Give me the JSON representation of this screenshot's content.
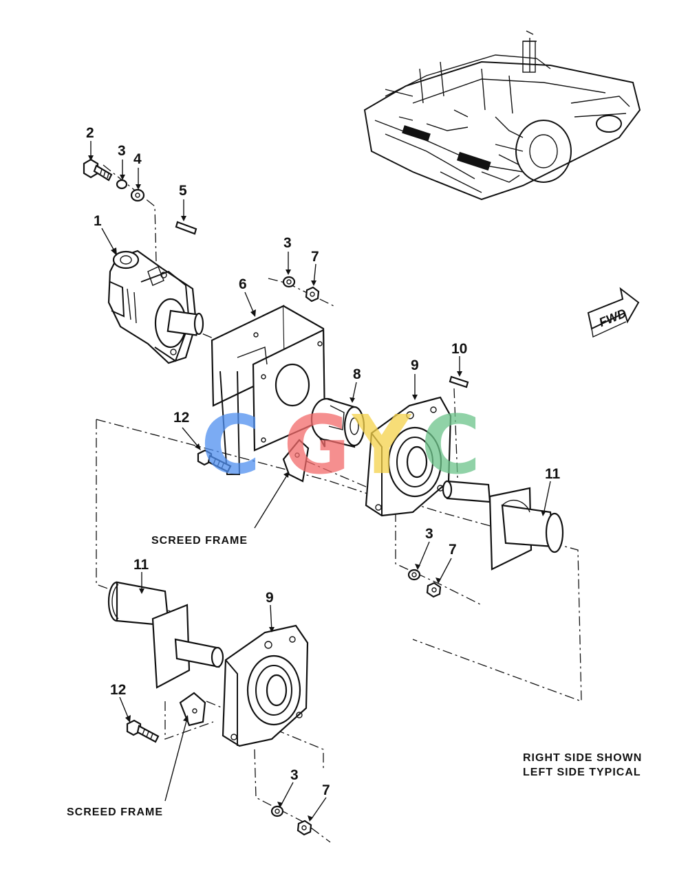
{
  "callouts": {
    "c1": "1",
    "c2": "2",
    "c3a": "3",
    "c4": "4",
    "c5": "5",
    "c3b": "3",
    "c7a": "7",
    "c6": "6",
    "c8": "8",
    "c9a": "9",
    "c10": "10",
    "c12a": "12",
    "c11a": "11",
    "c3c": "3",
    "c7b": "7",
    "c11b": "11",
    "c9b": "9",
    "c12b": "12",
    "c3d": "3",
    "c7c": "7"
  },
  "labels": {
    "screed_frame_upper": "SCREED FRAME",
    "screed_frame_lower": "SCREED FRAME",
    "side_note_line1": "RIGHT SIDE SHOWN",
    "side_note_line2": "LEFT SIDE TYPICAL",
    "fwd_arrow": "FWD"
  },
  "watermark": {
    "letters": [
      "C",
      "G",
      "Y",
      "C"
    ],
    "colors": [
      "#4f8ff0",
      "#f26a6a",
      "#f5d24a",
      "#6cc48a"
    ]
  }
}
